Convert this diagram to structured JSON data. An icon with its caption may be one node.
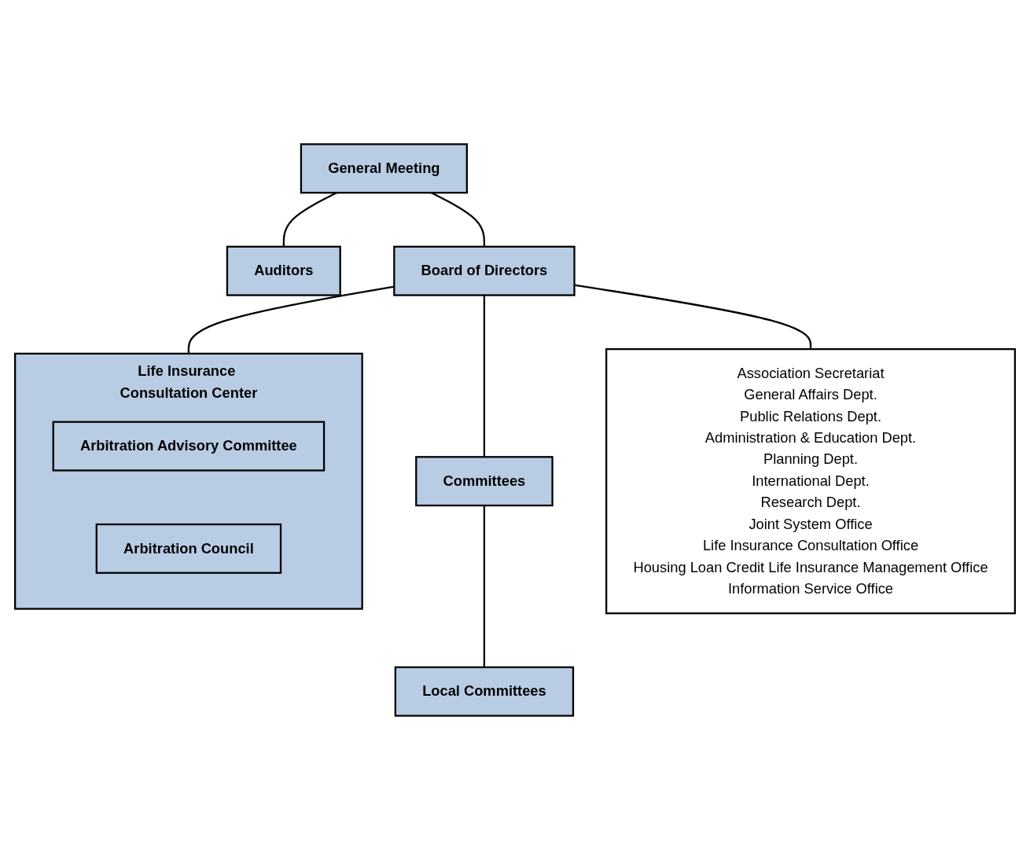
{
  "diagram": {
    "nodes": [
      {
        "text": [
          "General Meeting"
        ]
      },
      {
        "text": [
          "Auditors"
        ]
      },
      {
        "text": [
          "Board of Directors"
        ]
      },
      {
        "text": [
          "Committees"
        ]
      },
      {
        "text": [
          "Local Committees"
        ]
      },
      {
        "text": [
          "Association Secretariat",
          "General Affairs Dept.",
          "Public Relations Dept.",
          "Administration & Education Dept.",
          "Planning Dept.",
          "International Dept.",
          "Research Dept.",
          "Joint System Office",
          "Life Insurance Consultation Office",
          "Housing Loan Credit Life Insurance Management Office",
          "Information Service Office"
        ]
      },
      {
        "text": [
          "Life Insurance Consultation Center"
        ]
      },
      {
        "text": [
          "Arbitration Advisory Committee"
        ],
        "in": 6
      },
      {
        "text": [
          "Arbitration Council"
        ],
        "in": 6
      }
    ],
    "edges": [
      {
        "from": 0,
        "to": 1,
        "arrow": "none"
      },
      {
        "from": 0,
        "to": 2,
        "arrow": "none"
      },
      {
        "from": 2,
        "to": 3,
        "arrow": "none"
      },
      {
        "from": 3,
        "to": 4,
        "arrow": "none"
      },
      {
        "from": 2,
        "to": 5,
        "arrow": "none"
      },
      {
        "from": 2,
        "to": 6,
        "arrow": "none"
      }
    ]
  }
}
